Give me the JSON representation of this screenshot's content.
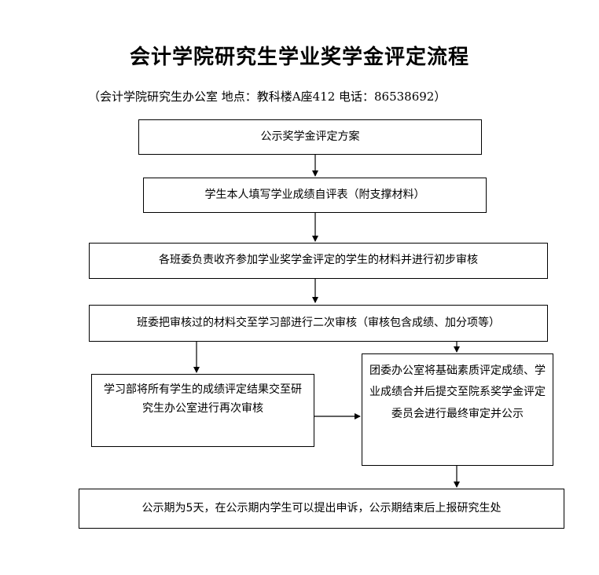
{
  "title": "会计学院研究生学业奖学金评定流程",
  "subtitle": "（会计学院研究生办公室 地点：教科楼A座412 电话：86538692）",
  "steps": {
    "step1": "公示奖学金评定方案",
    "step2": "学生本人填写学业成绩自评表（附支撑材料）",
    "step3": "各班委负责收齐参加学业奖学金评定的学生的材料并进行初步审核",
    "step4": "班委把审核过的材料交至学习部进行二次审核（审核包含成绩、加分项等）",
    "step5": "学习部将所有学生的成绩评定结果交至研究生办公室进行再次审核",
    "step6": "团委办公室将基础素质评定成绩、学业成绩合并后提交至院系奖学金评定委员会进行最终审定并公示",
    "step7": "公示期为5天，在公示期内学生可以提出申诉，公示期结束后上报研究生处"
  }
}
